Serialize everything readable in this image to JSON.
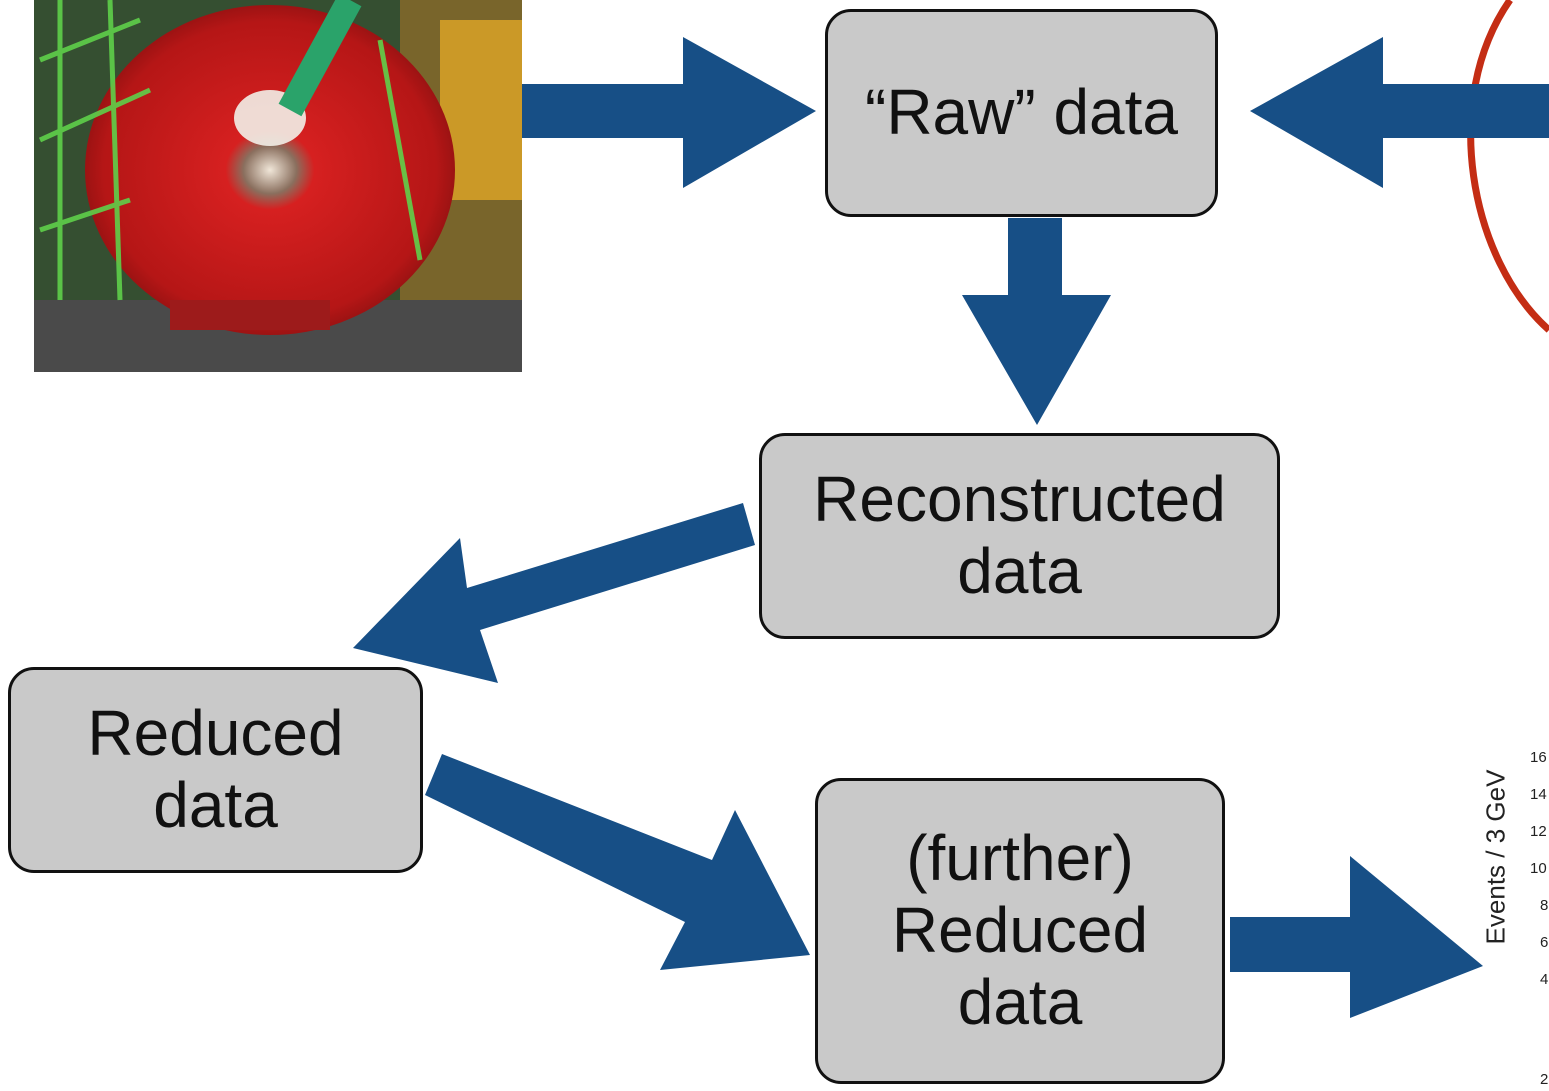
{
  "boxes": {
    "raw": {
      "line1": "“Raw” data"
    },
    "reconstructed": {
      "line1": "Reconstructed",
      "line2": "data"
    },
    "reduced": {
      "line1": "Reduced",
      "line2": "data"
    },
    "further": {
      "line1": "(further)",
      "line2": "Reduced",
      "line3": "data"
    }
  },
  "histogram_fragment": {
    "axis_title": "Events / 3 GeV",
    "tick_labels": [
      "16",
      "14",
      "12",
      "10",
      "8",
      "6",
      "4",
      "2"
    ]
  },
  "colors": {
    "arrow": "#174f86",
    "box_fill": "#c9c9c9",
    "box_border": "#111111",
    "circle": "#c42d14"
  }
}
